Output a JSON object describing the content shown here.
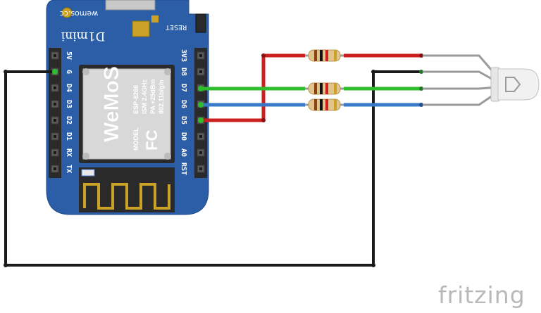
{
  "board": {
    "model_label": "D1mini",
    "brand_label": "wemos.cc",
    "reset_label": "RESET",
    "left_pins": [
      "5V",
      "G",
      "D4",
      "D3",
      "D2",
      "D1",
      "RX",
      "TX"
    ],
    "right_pins": [
      "3V3",
      "D8",
      "D7",
      "D6",
      "D5",
      "D0",
      "A0",
      "RST"
    ],
    "module": {
      "logo": "WeMoS",
      "model": "ESP-8266",
      "model_prefix": "MODEL",
      "ism": "ISM 2.4GHz",
      "pa": "PA +25dBm",
      "wifi": "802.11b/g/n",
      "fcc": "FC"
    }
  },
  "wires": [
    {
      "name": "ground",
      "color": "#1a1a1a"
    },
    {
      "name": "red",
      "color": "#cc1f1f"
    },
    {
      "name": "green",
      "color": "#2dbd2d"
    },
    {
      "name": "blue",
      "color": "#3a78c8"
    }
  ],
  "resistor_count": 3,
  "led": {
    "type": "rgb-led"
  },
  "footer": {
    "brand": "fritzing"
  }
}
